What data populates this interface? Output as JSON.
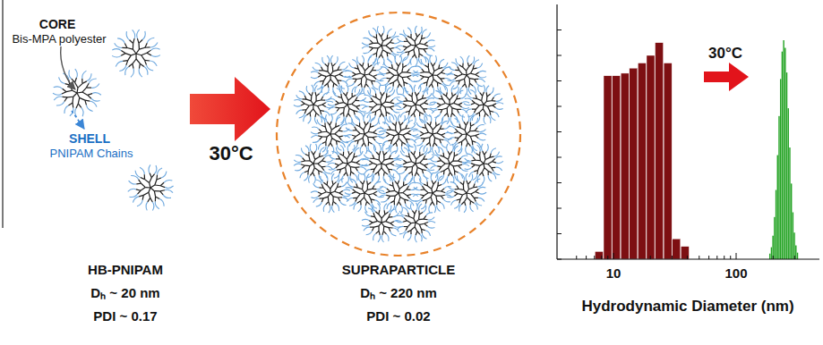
{
  "diagram": {
    "labels": [
      "CORE",
      "Bis-MPA polyester",
      "SHELL",
      "PNIPAM Chains",
      "30°C",
      "HB-PNIPAM",
      "Dₕ ~ 20 nm",
      "PDI ~ 0.17",
      "SUPRAPARTICLE",
      "Dₕ ~ 220 nm",
      "PDI ~ 0.02",
      "30°C",
      "10",
      "100",
      "Hydrodynamic Diameter (nm)"
    ]
  }
}
